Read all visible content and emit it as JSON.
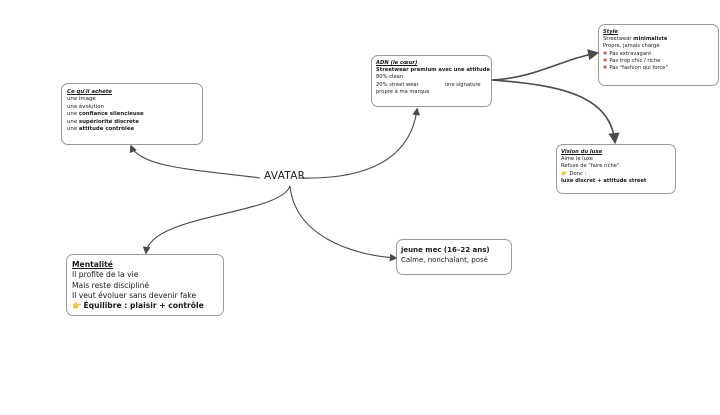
{
  "center": {
    "label": "AVATAR"
  },
  "nodes": {
    "ce_quil_achete": {
      "title": "Ce qu'il achète",
      "l1": "une image",
      "l2": "une évolution",
      "l3_pre": "une ",
      "l3_b": "confiance silencieuse",
      "l4_pre": "une ",
      "l4_b": "supériorité discrète",
      "l5_pre": "une ",
      "l5_b": "attitude contrôlée"
    },
    "adn": {
      "title": "ADN (le cœur)",
      "subtitle": "Streetwear premium avec une attitude",
      "l1": "80% clean",
      "l2a": "20% street wear",
      "l2b": "une signature",
      "l3": "propre à ma marque"
    },
    "style": {
      "title": "Style",
      "l1_pre": "Streetwear ",
      "l1_b": "minimaliste",
      "l2": "Propre, jamais chargé",
      "l3": "Pas extravagant",
      "l4": "Pas trop chic / riche",
      "l5": "Pas \"fashion qui force\""
    },
    "vision": {
      "title": "Vision du luxe",
      "l1": "Aime le luxe",
      "l2": "Refuse de \"faire riche\"",
      "l3": "Donc :",
      "l4": "luxe discret + attitude street"
    },
    "jeune": {
      "title": "jeune mec (16–22 ans)",
      "l1": "Calme, nonchalant, posé"
    },
    "mentalite": {
      "title": "Mentalité",
      "l1": "Il profite de la vie",
      "l2": "Mais reste discipliné",
      "l3": "Il veut évoluer sans devenir fake",
      "l4": "Équilibre : plaisir + contrôle"
    }
  },
  "icons": {
    "cross": "cross-mark-icon",
    "pointer": "pointing-hand-icon"
  },
  "colors": {
    "edge": "#4a4a4a",
    "border": "#9a9a9a",
    "cross": "#d93a2b"
  }
}
